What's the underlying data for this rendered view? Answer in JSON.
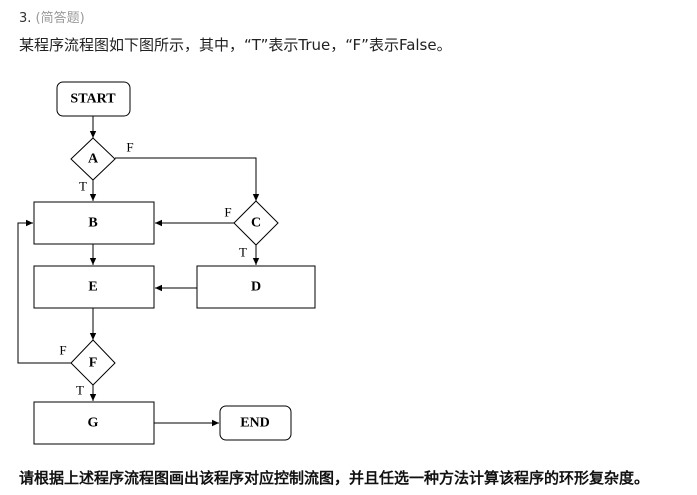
{
  "header": {
    "number": "3.",
    "type": "(简答题)"
  },
  "prompt": "某程序流程图如下图所示，其中，“T”表示True，“F”表示False。",
  "flowchart": {
    "nodes": {
      "start": "START",
      "a": "A",
      "b": "B",
      "c": "C",
      "d": "D",
      "e": "E",
      "f": "F",
      "g": "G",
      "end": "END"
    },
    "edge_labels": {
      "a_false": "F",
      "a_true": "T",
      "c_false": "F",
      "c_true": "T",
      "f_false": "F",
      "f_true": "T"
    }
  },
  "question": "请根据上述程序流程图画出该程序对应控制流图，并且任选一种方法计算该程序的环形复杂度。"
}
